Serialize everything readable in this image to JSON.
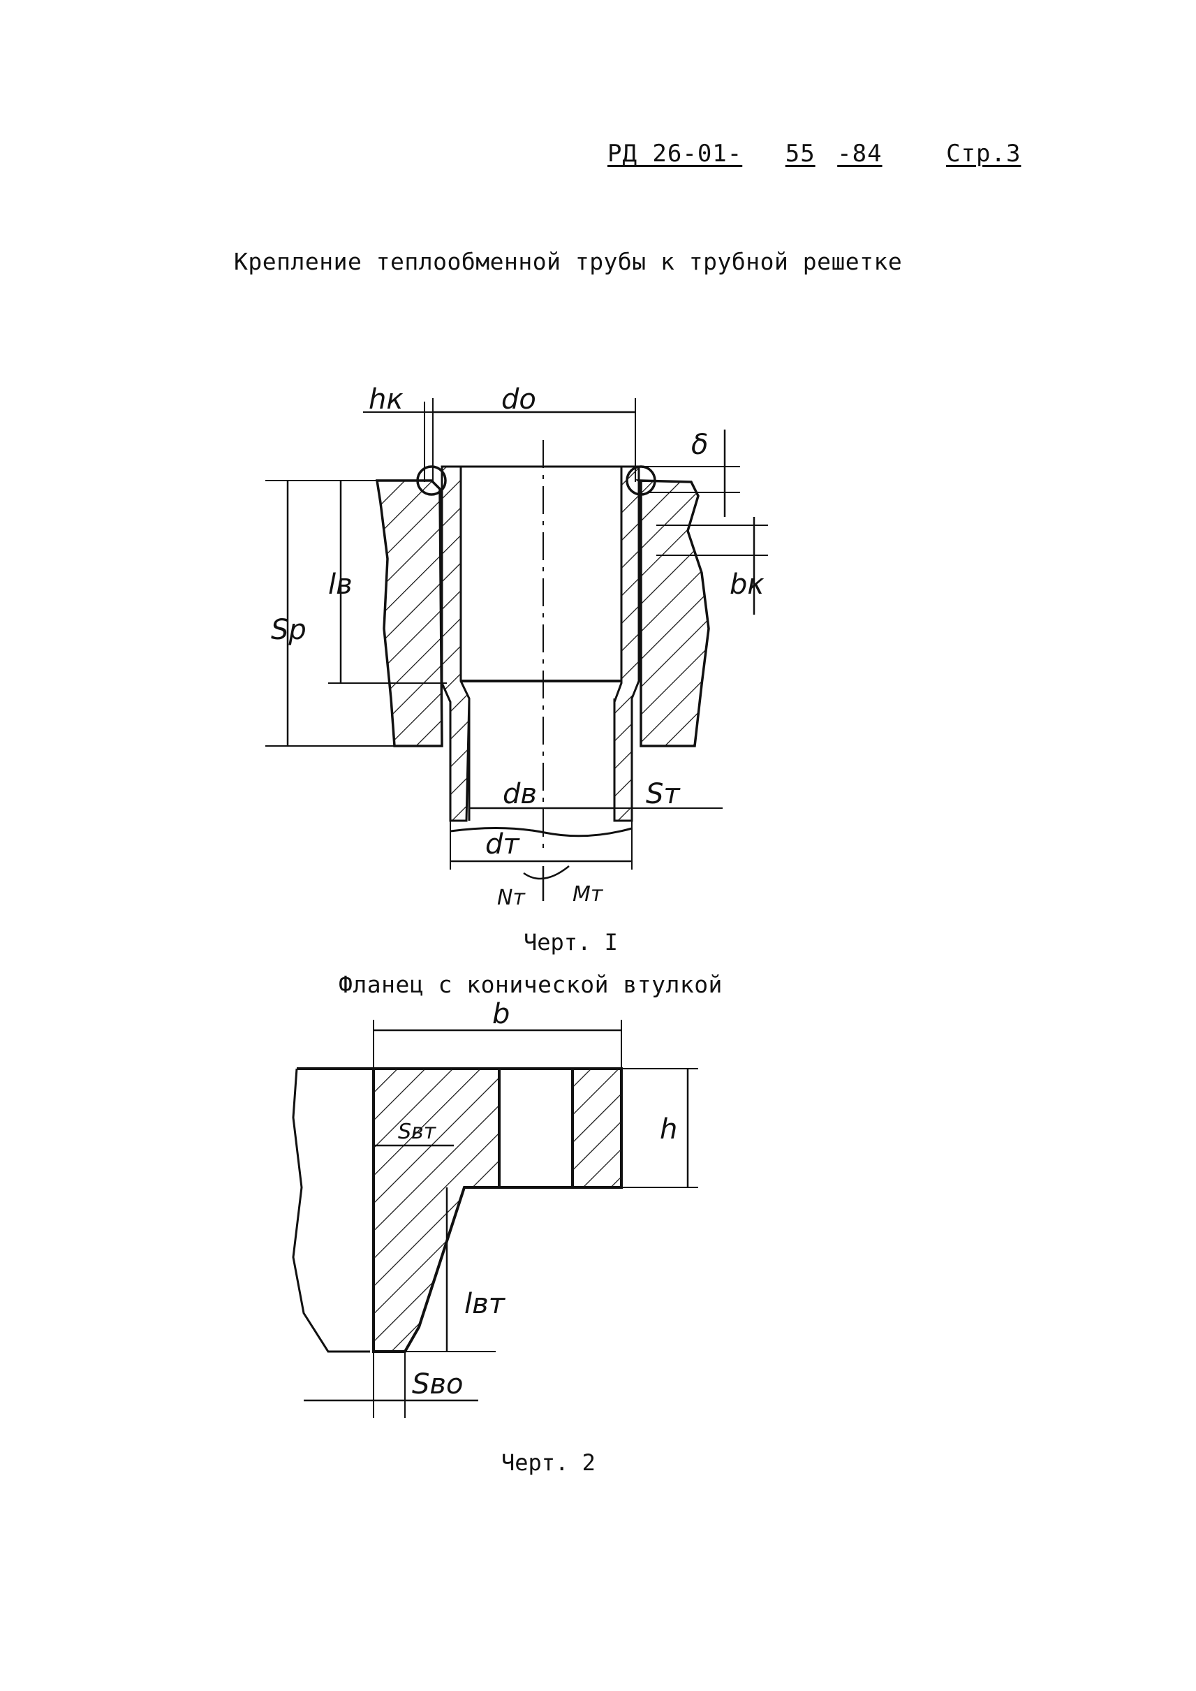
{
  "header": {
    "doc_code": "РД 26-01-",
    "doc_number": "55",
    "doc_year": "-84",
    "page": "Стр.3"
  },
  "section1": {
    "title": "Крепление теплообменной трубы к трубной решетке",
    "caption": "Черт. I",
    "labels": {
      "h_k": "hк",
      "d_o": "do",
      "delta": "δ",
      "b_k": "bк",
      "l_v": "lв",
      "s_r": "Sр",
      "d_v": "dв",
      "s_t": "Sт",
      "d_t": "dт",
      "n_t": "Nт",
      "m_t": "Mт"
    }
  },
  "section2": {
    "title": "Фланец с конической втулкой",
    "caption": "Черт. 2",
    "labels": {
      "b": "b",
      "h": "h",
      "s_vt": "Sвт",
      "l_vt": "lвт",
      "s_vo": "Sво"
    }
  }
}
